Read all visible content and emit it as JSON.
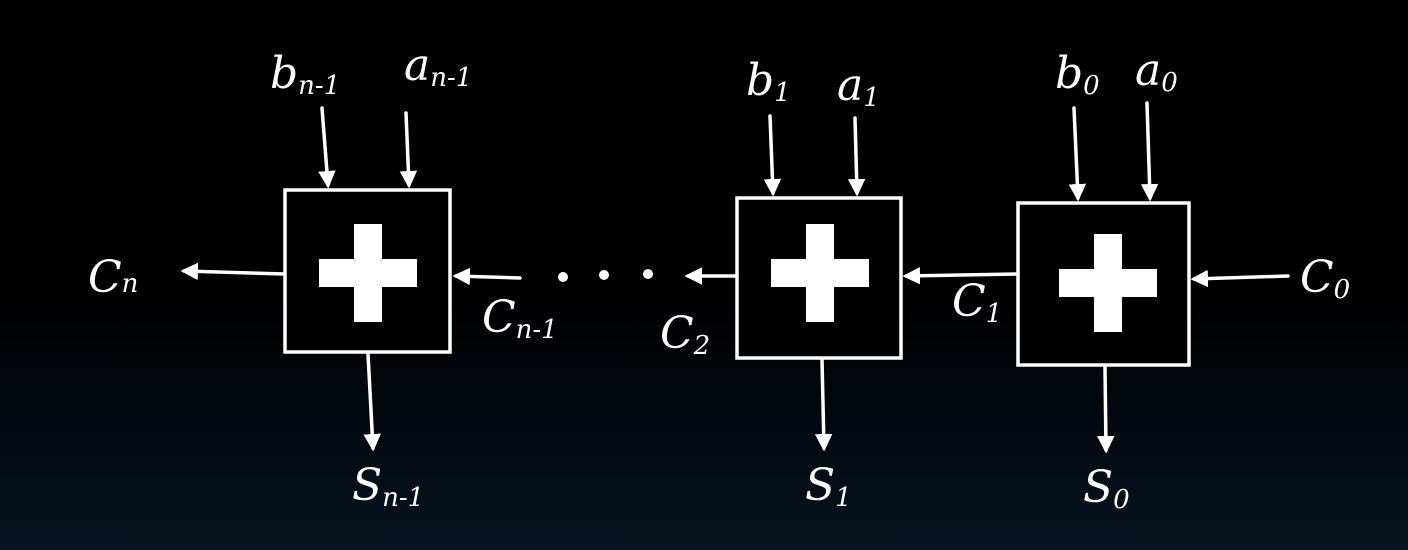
{
  "adders": [
    {
      "symbol": "+",
      "input_b": {
        "main": "b",
        "sub": "n-1"
      },
      "input_a": {
        "main": "a",
        "sub": "n-1"
      },
      "sum": {
        "main": "S",
        "sub": "n-1"
      },
      "carry_in": {
        "main": "C",
        "sub": "n-1"
      },
      "carry_out": {
        "main": "C",
        "sub": "n"
      }
    },
    {
      "symbol": "+",
      "input_b": {
        "main": "b",
        "sub": "1"
      },
      "input_a": {
        "main": "a",
        "sub": "1"
      },
      "sum": {
        "main": "S",
        "sub": "1"
      },
      "carry_in": {
        "main": "C",
        "sub": "1"
      },
      "carry_out": {
        "main": "C",
        "sub": "2"
      }
    },
    {
      "symbol": "+",
      "input_b": {
        "main": "b",
        "sub": "0"
      },
      "input_a": {
        "main": "a",
        "sub": "0"
      },
      "sum": {
        "main": "S",
        "sub": "0"
      },
      "carry_in": {
        "main": "C",
        "sub": "0"
      }
    }
  ],
  "ellipsis": "• • •"
}
